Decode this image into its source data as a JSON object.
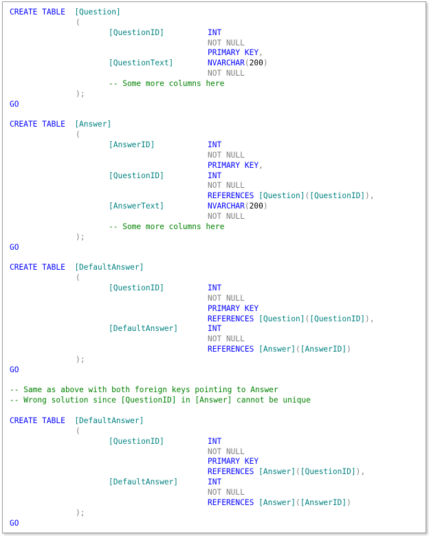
{
  "colors": {
    "keyword": "#0000ff",
    "identifier": "#008080",
    "operator": "#808080",
    "comment": "#008000",
    "number": "#000000",
    "background": "#ffffff",
    "border": "#9a9a9a"
  },
  "code_lines": [
    {
      "row": 0,
      "indent": 0,
      "tokens": [
        {
          "t": "CREATE TABLE",
          "c": "k"
        },
        {
          "t": "  ",
          "c": "n"
        },
        {
          "t": "[Question]",
          "c": "i"
        }
      ]
    },
    {
      "row": 1,
      "indent": 1,
      "tokens": [
        {
          "t": "(",
          "c": "g"
        }
      ]
    },
    {
      "row": 2,
      "indent": 2,
      "tokens": [
        {
          "t": "[QuestionID]",
          "c": "i"
        }
      ],
      "right": [
        {
          "t": "INT",
          "c": "k"
        }
      ]
    },
    {
      "row": 3,
      "indent": 3,
      "tokens": [
        {
          "t": "NOT NULL",
          "c": "g"
        }
      ]
    },
    {
      "row": 4,
      "indent": 3,
      "tokens": [
        {
          "t": "PRIMARY KEY",
          "c": "k"
        },
        {
          "t": ",",
          "c": "g"
        }
      ]
    },
    {
      "row": 5,
      "indent": 2,
      "tokens": [
        {
          "t": "[QuestionText]",
          "c": "i"
        }
      ],
      "right": [
        {
          "t": "NVARCHAR",
          "c": "k"
        },
        {
          "t": "(",
          "c": "g"
        },
        {
          "t": "200",
          "c": "n"
        },
        {
          "t": ")",
          "c": "g"
        }
      ]
    },
    {
      "row": 6,
      "indent": 3,
      "tokens": [
        {
          "t": "NOT NULL",
          "c": "g"
        }
      ]
    },
    {
      "row": 7,
      "indent": 2,
      "tokens": [
        {
          "t": "-- Some more columns here",
          "c": "c"
        }
      ]
    },
    {
      "row": 8,
      "indent": 1,
      "tokens": [
        {
          "t": ");",
          "c": "g"
        }
      ]
    },
    {
      "row": 9,
      "indent": 0,
      "tokens": [
        {
          "t": "GO",
          "c": "k"
        }
      ]
    },
    {
      "row": 11,
      "indent": 0,
      "tokens": [
        {
          "t": "CREATE TABLE",
          "c": "k"
        },
        {
          "t": "  ",
          "c": "n"
        },
        {
          "t": "[Answer]",
          "c": "i"
        }
      ]
    },
    {
      "row": 12,
      "indent": 1,
      "tokens": [
        {
          "t": "(",
          "c": "g"
        }
      ]
    },
    {
      "row": 13,
      "indent": 2,
      "tokens": [
        {
          "t": "[AnswerID]",
          "c": "i"
        }
      ],
      "right": [
        {
          "t": "INT",
          "c": "k"
        }
      ]
    },
    {
      "row": 14,
      "indent": 3,
      "tokens": [
        {
          "t": "NOT NULL",
          "c": "g"
        }
      ]
    },
    {
      "row": 15,
      "indent": 3,
      "tokens": [
        {
          "t": "PRIMARY KEY",
          "c": "k"
        },
        {
          "t": ",",
          "c": "g"
        }
      ]
    },
    {
      "row": 16,
      "indent": 2,
      "tokens": [
        {
          "t": "[QuestionID]",
          "c": "i"
        }
      ],
      "right": [
        {
          "t": "INT",
          "c": "k"
        }
      ]
    },
    {
      "row": 17,
      "indent": 3,
      "tokens": [
        {
          "t": "NOT NULL",
          "c": "g"
        }
      ]
    },
    {
      "row": 18,
      "indent": 3,
      "tokens": [
        {
          "t": "REFERENCES",
          "c": "k"
        },
        {
          "t": " ",
          "c": "n"
        },
        {
          "t": "[Question]",
          "c": "i"
        },
        {
          "t": "(",
          "c": "g"
        },
        {
          "t": "[QuestionID]",
          "c": "i"
        },
        {
          "t": "),",
          "c": "g"
        }
      ]
    },
    {
      "row": 19,
      "indent": 2,
      "tokens": [
        {
          "t": "[AnswerText]",
          "c": "i"
        }
      ],
      "right": [
        {
          "t": "NVARCHAR",
          "c": "k"
        },
        {
          "t": "(",
          "c": "g"
        },
        {
          "t": "200",
          "c": "n"
        },
        {
          "t": ")",
          "c": "g"
        }
      ]
    },
    {
      "row": 20,
      "indent": 3,
      "tokens": [
        {
          "t": "NOT NULL",
          "c": "g"
        }
      ]
    },
    {
      "row": 21,
      "indent": 2,
      "tokens": [
        {
          "t": "-- Some more columns here",
          "c": "c"
        }
      ]
    },
    {
      "row": 22,
      "indent": 1,
      "tokens": [
        {
          "t": ");",
          "c": "g"
        }
      ]
    },
    {
      "row": 23,
      "indent": 0,
      "tokens": [
        {
          "t": "GO",
          "c": "k"
        }
      ]
    },
    {
      "row": 25,
      "indent": 0,
      "tokens": [
        {
          "t": "CREATE TABLE",
          "c": "k"
        },
        {
          "t": "  ",
          "c": "n"
        },
        {
          "t": "[DefaultAnswer]",
          "c": "i"
        }
      ]
    },
    {
      "row": 26,
      "indent": 1,
      "tokens": [
        {
          "t": "(",
          "c": "g"
        }
      ]
    },
    {
      "row": 27,
      "indent": 2,
      "tokens": [
        {
          "t": "[QuestionID]",
          "c": "i"
        }
      ],
      "right": [
        {
          "t": "INT",
          "c": "k"
        }
      ]
    },
    {
      "row": 28,
      "indent": 3,
      "tokens": [
        {
          "t": "NOT NULL",
          "c": "g"
        }
      ]
    },
    {
      "row": 29,
      "indent": 3,
      "tokens": [
        {
          "t": "PRIMARY KEY",
          "c": "k"
        }
      ]
    },
    {
      "row": 30,
      "indent": 3,
      "tokens": [
        {
          "t": "REFERENCES",
          "c": "k"
        },
        {
          "t": " ",
          "c": "n"
        },
        {
          "t": "[Question]",
          "c": "i"
        },
        {
          "t": "(",
          "c": "g"
        },
        {
          "t": "[QuestionID]",
          "c": "i"
        },
        {
          "t": "),",
          "c": "g"
        }
      ]
    },
    {
      "row": 31,
      "indent": 2,
      "tokens": [
        {
          "t": "[DefaultAnswer]",
          "c": "i"
        }
      ],
      "right": [
        {
          "t": "INT",
          "c": "k"
        }
      ]
    },
    {
      "row": 32,
      "indent": 3,
      "tokens": [
        {
          "t": "NOT NULL",
          "c": "g"
        }
      ]
    },
    {
      "row": 33,
      "indent": 3,
      "tokens": [
        {
          "t": "REFERENCES",
          "c": "k"
        },
        {
          "t": " ",
          "c": "n"
        },
        {
          "t": "[Answer]",
          "c": "i"
        },
        {
          "t": "(",
          "c": "g"
        },
        {
          "t": "[AnswerID]",
          "c": "i"
        },
        {
          "t": ")",
          "c": "g"
        }
      ]
    },
    {
      "row": 34,
      "indent": 1,
      "tokens": [
        {
          "t": ");",
          "c": "g"
        }
      ]
    },
    {
      "row": 35,
      "indent": 0,
      "tokens": [
        {
          "t": "GO",
          "c": "k"
        }
      ]
    },
    {
      "row": 37,
      "indent": 0,
      "tokens": [
        {
          "t": "-- Same as above with both foreign keys pointing to Answer",
          "c": "c"
        }
      ]
    },
    {
      "row": 38,
      "indent": 0,
      "tokens": [
        {
          "t": "-- Wrong solution since [QuestionID] in [Answer] cannot be unique",
          "c": "c"
        }
      ]
    },
    {
      "row": 40,
      "indent": 0,
      "tokens": [
        {
          "t": "CREATE TABLE",
          "c": "k"
        },
        {
          "t": "  ",
          "c": "n"
        },
        {
          "t": "[DefaultAnswer]",
          "c": "i"
        }
      ]
    },
    {
      "row": 41,
      "indent": 1,
      "tokens": [
        {
          "t": "(",
          "c": "g"
        }
      ]
    },
    {
      "row": 42,
      "indent": 2,
      "tokens": [
        {
          "t": "[QuestionID]",
          "c": "i"
        }
      ],
      "right": [
        {
          "t": "INT",
          "c": "k"
        }
      ]
    },
    {
      "row": 43,
      "indent": 3,
      "tokens": [
        {
          "t": "NOT NULL",
          "c": "g"
        }
      ]
    },
    {
      "row": 44,
      "indent": 3,
      "tokens": [
        {
          "t": "PRIMARY KEY",
          "c": "k"
        }
      ]
    },
    {
      "row": 45,
      "indent": 3,
      "tokens": [
        {
          "t": "REFERENCES",
          "c": "k"
        },
        {
          "t": " ",
          "c": "n"
        },
        {
          "t": "[Answer]",
          "c": "i"
        },
        {
          "t": "(",
          "c": "g"
        },
        {
          "t": "[QuestionID]",
          "c": "i"
        },
        {
          "t": "),",
          "c": "g"
        }
      ]
    },
    {
      "row": 46,
      "indent": 2,
      "tokens": [
        {
          "t": "[DefaultAnswer]",
          "c": "i"
        }
      ],
      "right": [
        {
          "t": "INT",
          "c": "k"
        }
      ]
    },
    {
      "row": 47,
      "indent": 3,
      "tokens": [
        {
          "t": "NOT NULL",
          "c": "g"
        }
      ]
    },
    {
      "row": 48,
      "indent": 3,
      "tokens": [
        {
          "t": "REFERENCES",
          "c": "k"
        },
        {
          "t": " ",
          "c": "n"
        },
        {
          "t": "[Answer]",
          "c": "i"
        },
        {
          "t": "(",
          "c": "g"
        },
        {
          "t": "[AnswerID]",
          "c": "i"
        },
        {
          "t": ")",
          "c": "g"
        }
      ]
    },
    {
      "row": 49,
      "indent": 1,
      "tokens": [
        {
          "t": ");",
          "c": "g"
        }
      ]
    },
    {
      "row": 50,
      "indent": 0,
      "tokens": [
        {
          "t": "GO",
          "c": "k"
        }
      ]
    }
  ]
}
